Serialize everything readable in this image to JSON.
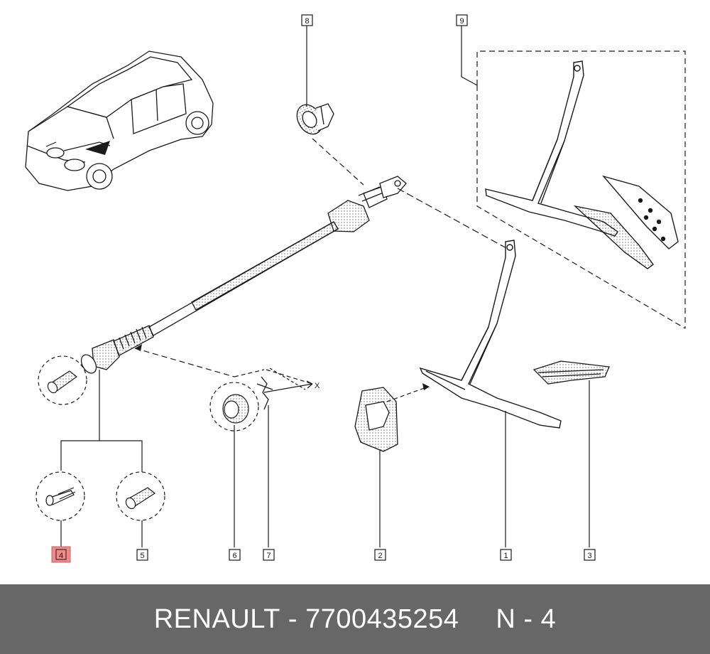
{
  "diagram": {
    "callouts": [
      {
        "id": "callout-1",
        "label": "1"
      },
      {
        "id": "callout-2",
        "label": "2"
      },
      {
        "id": "callout-3",
        "label": "3"
      },
      {
        "id": "callout-4",
        "label": "4",
        "highlighted": true
      },
      {
        "id": "callout-5",
        "label": "5"
      },
      {
        "id": "callout-6",
        "label": "6"
      },
      {
        "id": "callout-7",
        "label": "7"
      },
      {
        "id": "callout-8",
        "label": "8"
      },
      {
        "id": "callout-9",
        "label": "9"
      }
    ],
    "axis_label": "X",
    "highlight_color": "#f08a8a",
    "line_color": "#1a1a1a"
  },
  "footer": {
    "brand": "RENAULT",
    "dash": "-",
    "part_number": "7700435254",
    "position": "N - 4",
    "background_color": "#676767"
  }
}
